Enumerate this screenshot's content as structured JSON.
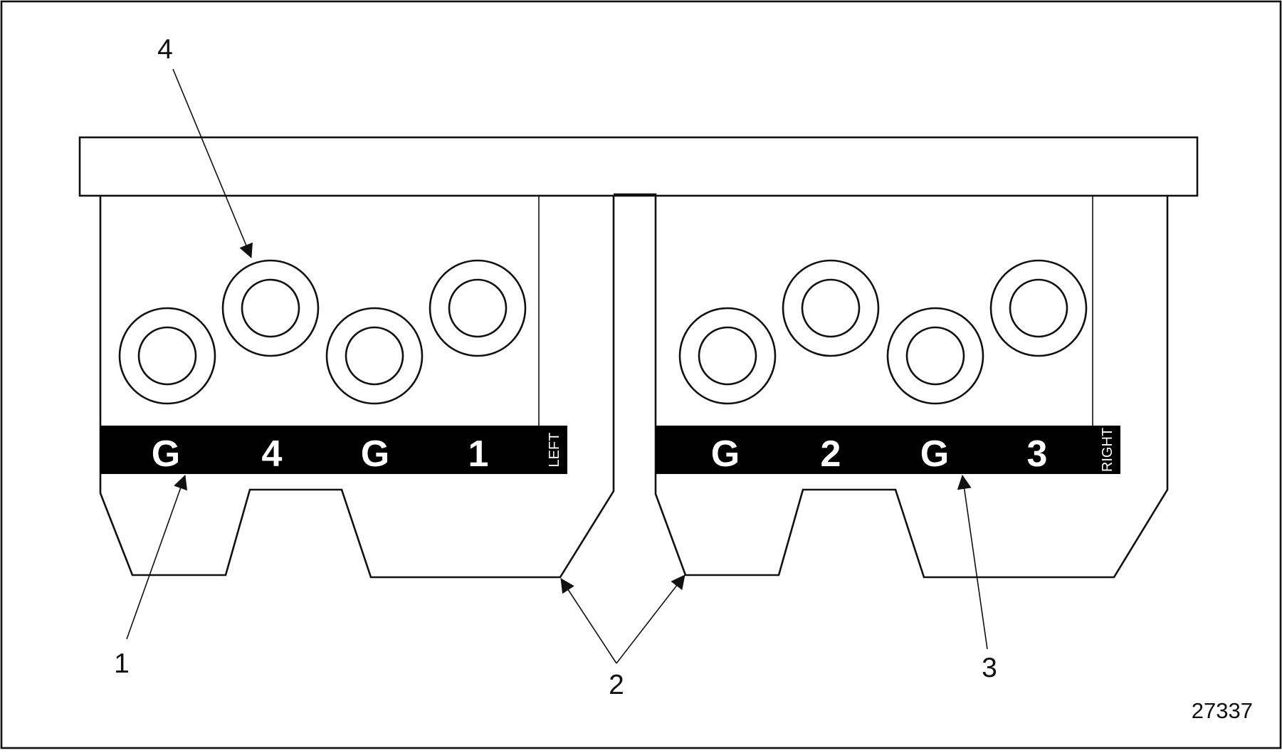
{
  "figure_number": "27337",
  "callouts": [
    "1",
    "2",
    "3",
    "4"
  ],
  "left_block": {
    "terminal_labels": [
      "G",
      "4",
      "G",
      "1"
    ],
    "side_label": "LEFT"
  },
  "right_block": {
    "terminal_labels": [
      "G",
      "2",
      "G",
      "3"
    ],
    "side_label": "RIGHT"
  },
  "colors": {
    "line": "#111111",
    "label_strip": "#000000",
    "label_text": "#ffffff",
    "background": "#ffffff"
  }
}
